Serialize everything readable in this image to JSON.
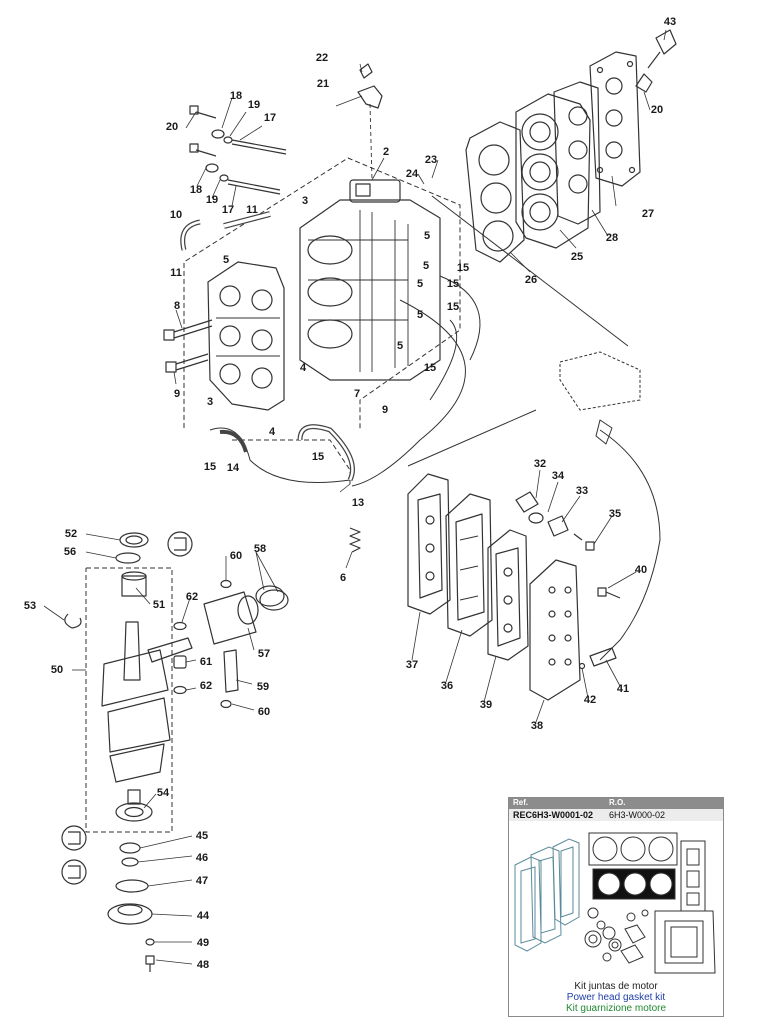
{
  "callouts": [
    {
      "label": "43"
    },
    {
      "label": "22"
    },
    {
      "label": "21"
    },
    {
      "label": "20"
    },
    {
      "label": "18"
    },
    {
      "label": "19"
    },
    {
      "label": "17"
    },
    {
      "label": "20"
    },
    {
      "label": "2"
    },
    {
      "label": "23"
    },
    {
      "label": "24"
    },
    {
      "label": "18"
    },
    {
      "label": "19"
    },
    {
      "label": "17"
    },
    {
      "label": "10"
    },
    {
      "label": "11"
    },
    {
      "label": "3"
    },
    {
      "label": "27"
    },
    {
      "label": "28"
    },
    {
      "label": "25"
    },
    {
      "label": "26"
    },
    {
      "label": "5"
    },
    {
      "label": "5"
    },
    {
      "label": "15"
    },
    {
      "label": "11"
    },
    {
      "label": "5"
    },
    {
      "label": "5"
    },
    {
      "label": "15"
    },
    {
      "label": "5"
    },
    {
      "label": "8"
    },
    {
      "label": "5"
    },
    {
      "label": "15"
    },
    {
      "label": "9"
    },
    {
      "label": "4"
    },
    {
      "label": "7"
    },
    {
      "label": "15"
    },
    {
      "label": "9"
    },
    {
      "label": "3"
    },
    {
      "label": "4"
    },
    {
      "label": "15"
    },
    {
      "label": "15"
    },
    {
      "label": "14"
    },
    {
      "label": "13"
    },
    {
      "label": "32"
    },
    {
      "label": "34"
    },
    {
      "label": "33"
    },
    {
      "label": "35"
    },
    {
      "label": "52"
    },
    {
      "label": "56"
    },
    {
      "label": "60"
    },
    {
      "label": "58"
    },
    {
      "label": "53"
    },
    {
      "label": "51"
    },
    {
      "label": "62"
    },
    {
      "label": "6"
    },
    {
      "label": "40"
    },
    {
      "label": "57"
    },
    {
      "label": "50"
    },
    {
      "label": "61"
    },
    {
      "label": "62"
    },
    {
      "label": "59"
    },
    {
      "label": "60"
    },
    {
      "label": "37"
    },
    {
      "label": "36"
    },
    {
      "label": "41"
    },
    {
      "label": "39"
    },
    {
      "label": "42"
    },
    {
      "label": "38"
    },
    {
      "label": "54"
    },
    {
      "label": "45"
    },
    {
      "label": "46"
    },
    {
      "label": "47"
    },
    {
      "label": "44"
    },
    {
      "label": "49"
    },
    {
      "label": "48"
    }
  ],
  "kit": {
    "header_ref": "Ref.",
    "header_ro": "R.O.",
    "ref_value": "REC6H3-W0001-02",
    "ro_value": "6H3-W000-02",
    "caption_es": "Kit juntas de motor",
    "caption_en": "Power head gasket kit",
    "caption_it": "Kit guarnizione motore"
  },
  "colors": {
    "line": "#333333",
    "header_bg": "#8c8c8c",
    "row_bg": "#ececec",
    "caption_es": "#222222",
    "caption_en": "#1f3fa8",
    "caption_it": "#1f8a2f"
  }
}
